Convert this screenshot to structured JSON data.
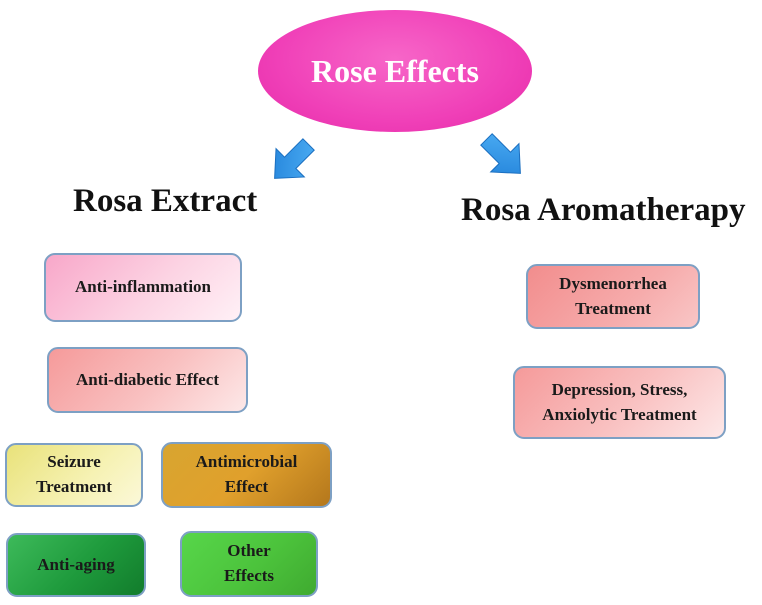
{
  "root": {
    "label": "Rose Effects"
  },
  "branches": {
    "left": {
      "title": "Rosa Extract",
      "items": [
        {
          "label": "Anti-inflammation"
        },
        {
          "label": "Anti-diabetic Effect"
        },
        {
          "label": "Seizure Treatment"
        },
        {
          "label": "Antimicrobial Effect"
        },
        {
          "label": "Anti-aging"
        },
        {
          "label": "Other Effects"
        }
      ]
    },
    "right": {
      "title": "Rosa Aromatherapy",
      "items": [
        {
          "label": "Dysmenorrhea Treatment"
        },
        {
          "label": "Depression, Stress, Anxiolytic Treatment"
        }
      ]
    }
  },
  "colors": {
    "root": "#f040b8",
    "arrow": "#2e8fe6",
    "box_border": "#7da0c4"
  }
}
